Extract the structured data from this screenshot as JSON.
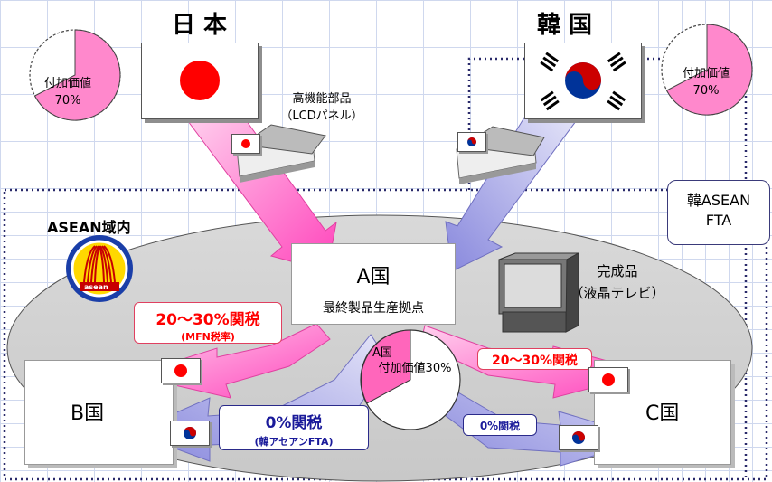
{
  "countries": {
    "japan": "日 本",
    "korea": "韓 国",
    "a": "A国",
    "a_sub": "最終製品生産拠点",
    "b": "B国",
    "c": "C国"
  },
  "value_added": {
    "japan_label": "付加価値",
    "japan_pct": "70%",
    "korea_label": "付加価値",
    "korea_pct": "70%",
    "a_line1": "A国",
    "a_line2": "付加価値30%"
  },
  "parts": {
    "line1": "高機能部品",
    "line2": "（LCDパネル）"
  },
  "product": {
    "line1": "完成品",
    "line2": "（液晶テレビ）"
  },
  "asean_region": "ASEAN域内",
  "asean_logo_text": "asean",
  "fta_box": {
    "line1": "韓ASEAN",
    "line2": "FTA"
  },
  "tariffs": {
    "b_japan_main": "20～30%関税",
    "b_japan_sub": "(MFN税率)",
    "c_japan": "20～30%関税",
    "b_korea_main": "0%関税",
    "b_korea_sub": "(韓アセアンFTA)",
    "c_korea": "0%関税"
  },
  "colors": {
    "japan_arrow": "#ff66cc",
    "korea_arrow": "#9999dd",
    "pie_fill": "#ff88cc",
    "tariff_red": "#ff0000",
    "tariff_blue": "#1a1a9a"
  }
}
